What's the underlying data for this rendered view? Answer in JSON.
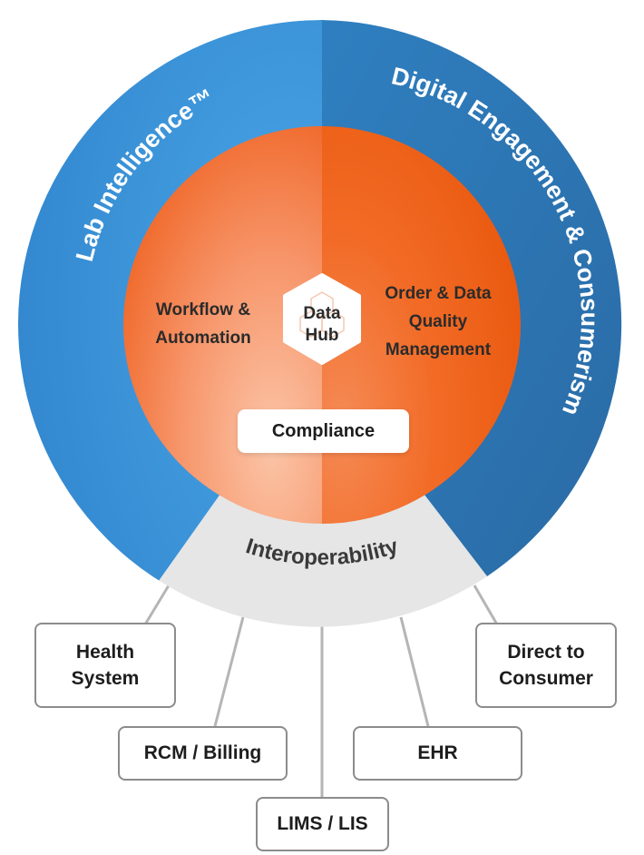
{
  "ring": {
    "left_label": "Lab Intelligence™",
    "right_label": "Digital Engagement & Consumerism",
    "bottom_label": "Interoperability"
  },
  "core": {
    "left_line1": "Workflow &",
    "left_line2": "Automation",
    "right_line1": "Order & Data",
    "right_line2": "Quality",
    "right_line3": "Management",
    "hub_line1": "Data",
    "hub_line2": "Hub",
    "compliance": "Compliance"
  },
  "connections": [
    {
      "id": "health",
      "label_line1": "Health",
      "label_line2": "System"
    },
    {
      "id": "rcm",
      "label": "RCM / Billing"
    },
    {
      "id": "lims",
      "label": "LIMS / LIS"
    },
    {
      "id": "ehr",
      "label": "EHR"
    },
    {
      "id": "dtc",
      "label_line1": "Direct to",
      "label_line2": "Consumer"
    }
  ],
  "colors": {
    "left_blue": "#3a95db",
    "right_blue": "#2d74b0",
    "interop_gray": "#e5e5e5",
    "core_light": "#f7956a",
    "core_dark": "#f1631f",
    "hub_white": "#ffffff"
  }
}
